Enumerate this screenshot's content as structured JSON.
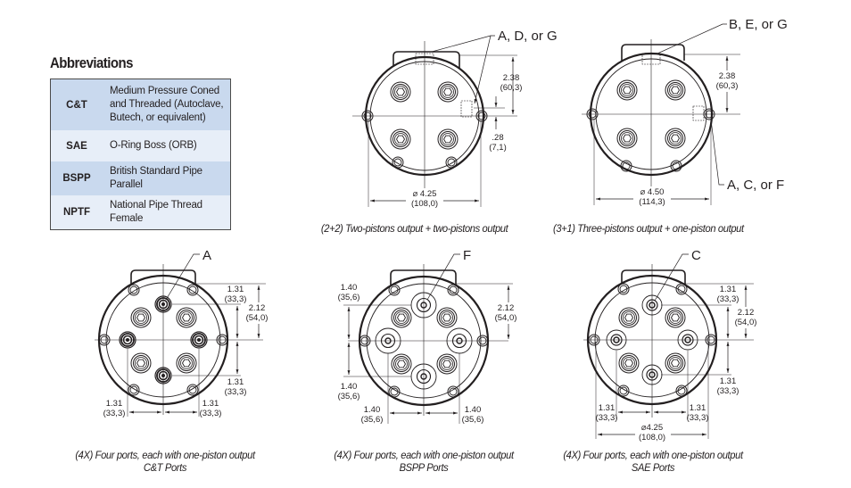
{
  "abbreviations": {
    "title": "Abbreviations",
    "rows": [
      {
        "code": "C&T",
        "description": "Medium Pressure Coned and Threaded (Autoclave, Butech, or equivalent)"
      },
      {
        "code": "SAE",
        "description": "O-Ring Boss (ORB)"
      },
      {
        "code": "BSPP",
        "description": "British Standard Pipe Parallel"
      },
      {
        "code": "NPTF",
        "description": "National Pipe Thread Female"
      }
    ],
    "colors": {
      "dark_row": "#c9d9ee",
      "light_row": "#e7eef8"
    }
  },
  "diagrams": {
    "two_plus_two": {
      "callout": "A, D, or G",
      "dim_height": "2.38",
      "dim_height_mm": "(60,3)",
      "dim_offset": ".28",
      "dim_offset_mm": "(7,1)",
      "dim_diameter": "⌀ 4.25",
      "dim_diameter_mm": "(108,0)",
      "caption": "(2+2) Two-pistons output + two-pistons output"
    },
    "three_plus_one": {
      "callout_top": "B, E, or G",
      "callout_bottom": "A, C, or F",
      "dim_height": "2.38",
      "dim_height_mm": "(60,3)",
      "dim_diameter": "⌀ 4.50",
      "dim_diameter_mm": "(114,3)",
      "caption": "(3+1) Three-pistons output + one-piston output"
    },
    "ct_ports": {
      "callout": "A",
      "dim_top": "1.31",
      "dim_top_mm": "(33,3)",
      "dim_height": "2.12",
      "dim_height_mm": "(54,0)",
      "dim_bottom": "1.31",
      "dim_bottom_mm": "(33,3)",
      "dim_left": "1.31",
      "dim_left_mm": "(33,3)",
      "dim_right": "1.31",
      "dim_right_mm": "(33,3)",
      "caption": "(4X) Four ports, each with one-piston output",
      "caption_sub": "C&T Ports"
    },
    "bspp_ports": {
      "callout": "F",
      "dim_top": "1.40",
      "dim_top_mm": "(35,6)",
      "dim_height": "2.12",
      "dim_height_mm": "(54,0)",
      "dim_bottom": "1.40",
      "dim_bottom_mm": "(35,6)",
      "dim_left": "1.40",
      "dim_left_mm": "(35,6)",
      "dim_right": "1.40",
      "dim_right_mm": "(35,6)",
      "caption": "(4X) Four ports, each with one-piston output",
      "caption_sub": "BSPP Ports"
    },
    "sae_ports": {
      "callout": "C",
      "dim_top": "1.31",
      "dim_top_mm": "(33,3)",
      "dim_height": "2.12",
      "dim_height_mm": "(54,0)",
      "dim_bottom": "1.31",
      "dim_bottom_mm": "(33,3)",
      "dim_left": "1.31",
      "dim_left_mm": "(33,3)",
      "dim_right": "1.31",
      "dim_right_mm": "(33,3)",
      "dim_diameter": "⌀4.25",
      "dim_diameter_mm": "(108,0)",
      "caption": "(4X) Four ports, each with one-piston output",
      "caption_sub": "SAE Ports"
    }
  }
}
